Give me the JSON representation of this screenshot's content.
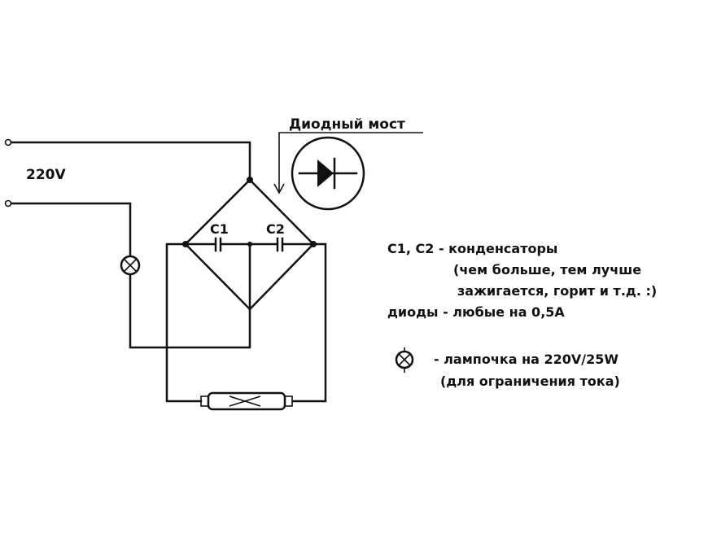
{
  "labels": {
    "voltage": "220V",
    "bridge_title": "Диодный мост",
    "c1": "C1",
    "c2": "C2"
  },
  "notes": {
    "line1": "C1, C2 - конденсаторы",
    "line2": "(чем больше, тем лучше",
    "line3": "зажигается, горит и т.д. :)",
    "line4": "диоды - любые на 0,5А",
    "line5": "- лампочка на 220V/25W",
    "line6": "(для ограничения тока)"
  },
  "icons": {
    "lamp": "lamp-icon",
    "diode": "diode-symbol-icon",
    "tube": "fluorescent-tube-icon",
    "terminal": "terminal-icon"
  }
}
